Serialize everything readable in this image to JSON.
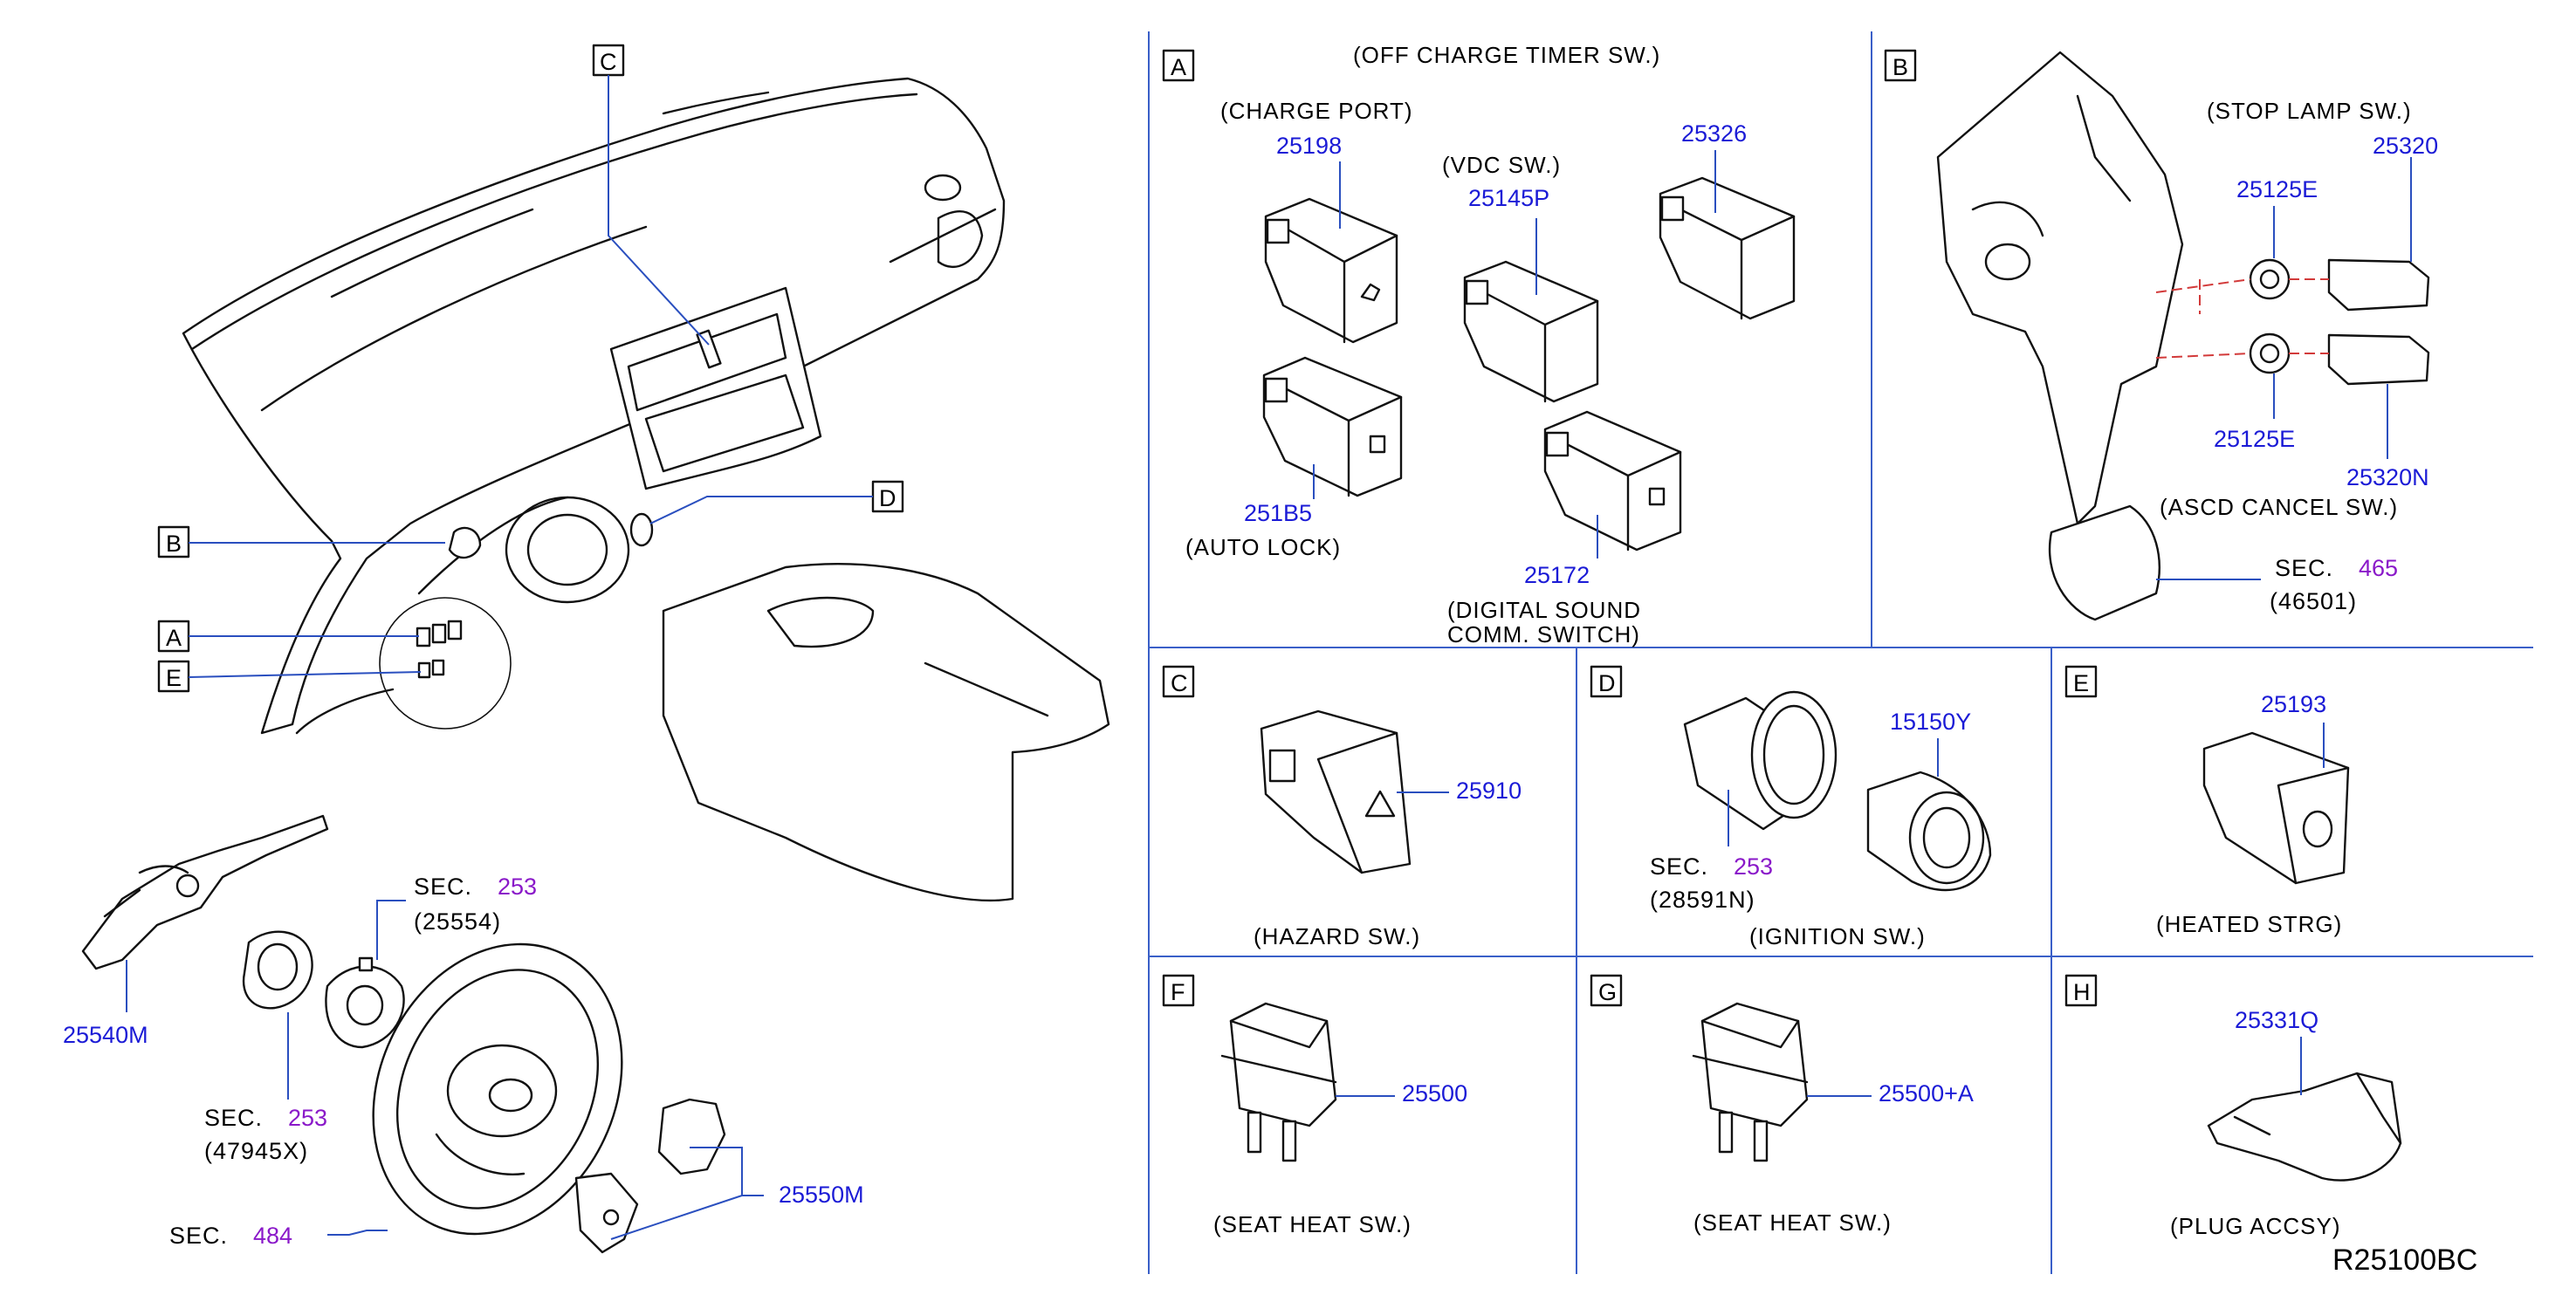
{
  "overview": {
    "callouts": {
      "a": "A",
      "b": "B",
      "c": "C",
      "d": "D",
      "e": "E"
    },
    "combo_switch": {
      "part": "25540M"
    },
    "spiral_cable": {
      "sec_label": "SEC.",
      "sec_num": "253",
      "sec_code": "(47945X)"
    },
    "steering_sensor": {
      "sec_label": "SEC.",
      "sec_num": "253",
      "sec_code": "(25554)"
    },
    "steering_wheel": {
      "sec_label": "SEC.",
      "sec_num": "484"
    },
    "wheel_switches": {
      "part": "25550M"
    }
  },
  "panel_a": {
    "letter": "A",
    "title": "(OFF    CHARGE    TIMER    SW.)",
    "charge_port_caption": "(CHARGE    PORT)",
    "charge_port_part": "25198",
    "vdc_caption": "(VDC    SW.)",
    "vdc_part": "25145P",
    "timer_part": "25326",
    "auto_lock_part": "251B5",
    "auto_lock_caption": "(AUTO    LOCK)",
    "digital_sound_part": "25172",
    "digital_sound_caption_1": "(DIGITAL    SOUND",
    "digital_sound_caption_2": "COMM.    SWITCH)"
  },
  "panel_b": {
    "letter": "B",
    "stop_lamp_caption": "(STOP    LAMP    SW.)",
    "clip_upper_part": "25125E",
    "stop_lamp_part": "25320",
    "clip_lower_part": "25125E",
    "cancel_part": "25320N",
    "cancel_caption": "(ASCD    CANCEL    SW.)",
    "sec_label": "SEC.",
    "sec_num": "465",
    "sec_code": "(46501)"
  },
  "panel_c": {
    "letter": "C",
    "part": "25910",
    "caption": "(HAZARD    SW.)"
  },
  "panel_d": {
    "letter": "D",
    "part": "15150Y",
    "sec_label": "SEC.",
    "sec_num": "253",
    "sec_code": "(28591N)",
    "caption": "(IGNITION    SW.)"
  },
  "panel_e": {
    "letter": "E",
    "part": "25193",
    "caption": "(HEATED    STRG)"
  },
  "panel_f": {
    "letter": "F",
    "part": "25500",
    "caption": "(SEAT    HEAT    SW.)"
  },
  "panel_g": {
    "letter": "G",
    "part": "25500+A",
    "caption": "(SEAT    HEAT    SW.)"
  },
  "panel_h": {
    "letter": "H",
    "part": "25331Q",
    "caption": "(PLUG    ACCSY)"
  },
  "reference_code": "R25100BC",
  "colors": {
    "part_number": "#1b1bd6",
    "section_number": "#8a19c9",
    "leader_line": "#2a4fbf",
    "dashed_line": "#d23a3a"
  }
}
